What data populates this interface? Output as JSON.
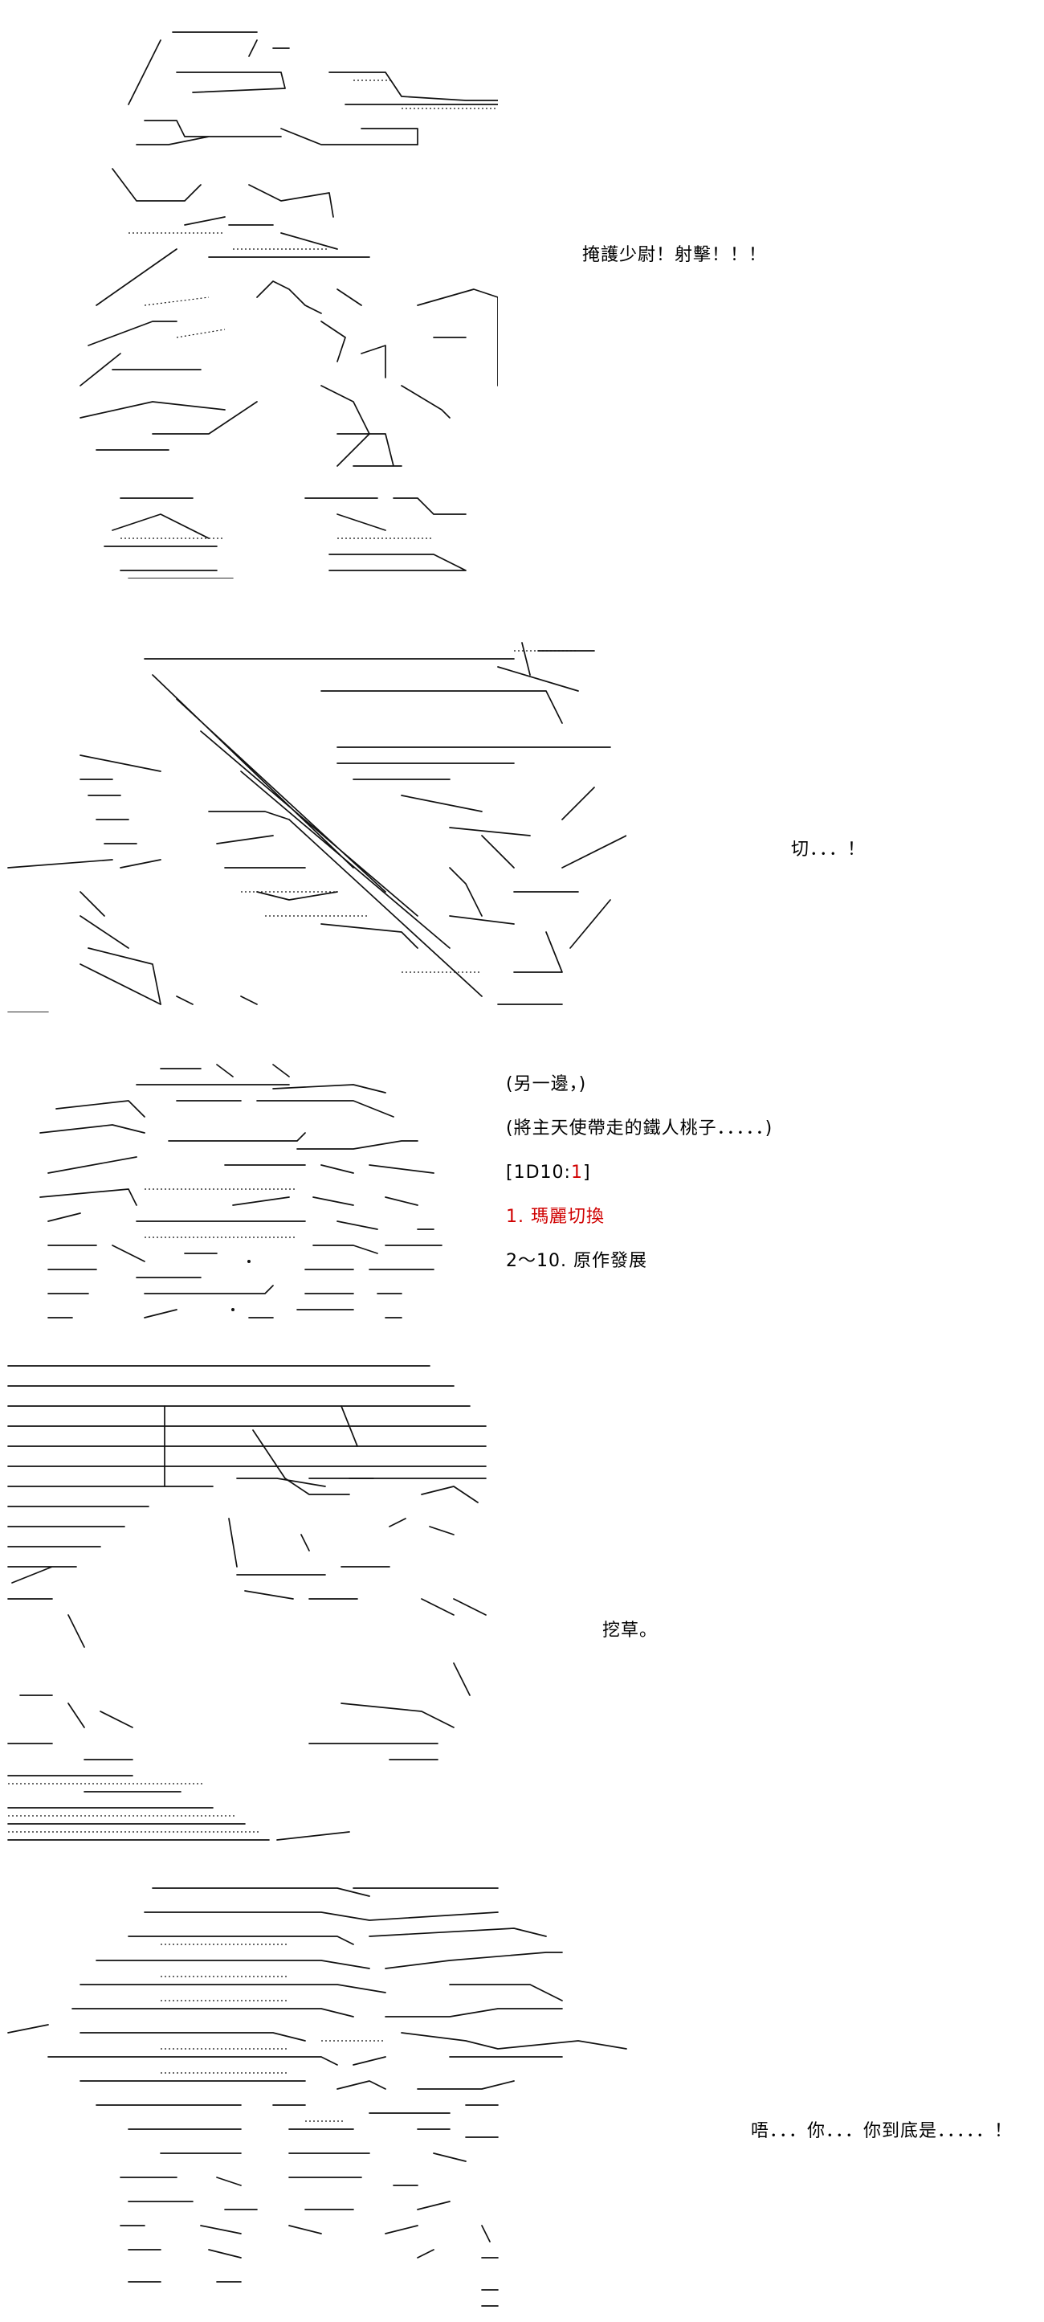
{
  "panel1": {
    "caption": "掩護少尉！射擊！！！"
  },
  "panel2": {
    "caption": "切．．．！"
  },
  "panel3": {
    "lines": [
      "(另一邊，)",
      "(將主天使帶走的鐵人桃子．．．．．)"
    ],
    "dice_prefix": "[1D10:",
    "dice_value": "1",
    "dice_suffix": "]",
    "option_1": "1. 瑪麗切換",
    "option_2": "2～10. 原作發展"
  },
  "panel4": {
    "caption": "挖草。"
  },
  "panel5": {
    "caption": "唔．．．你．．．你到底是．．．．．！"
  }
}
